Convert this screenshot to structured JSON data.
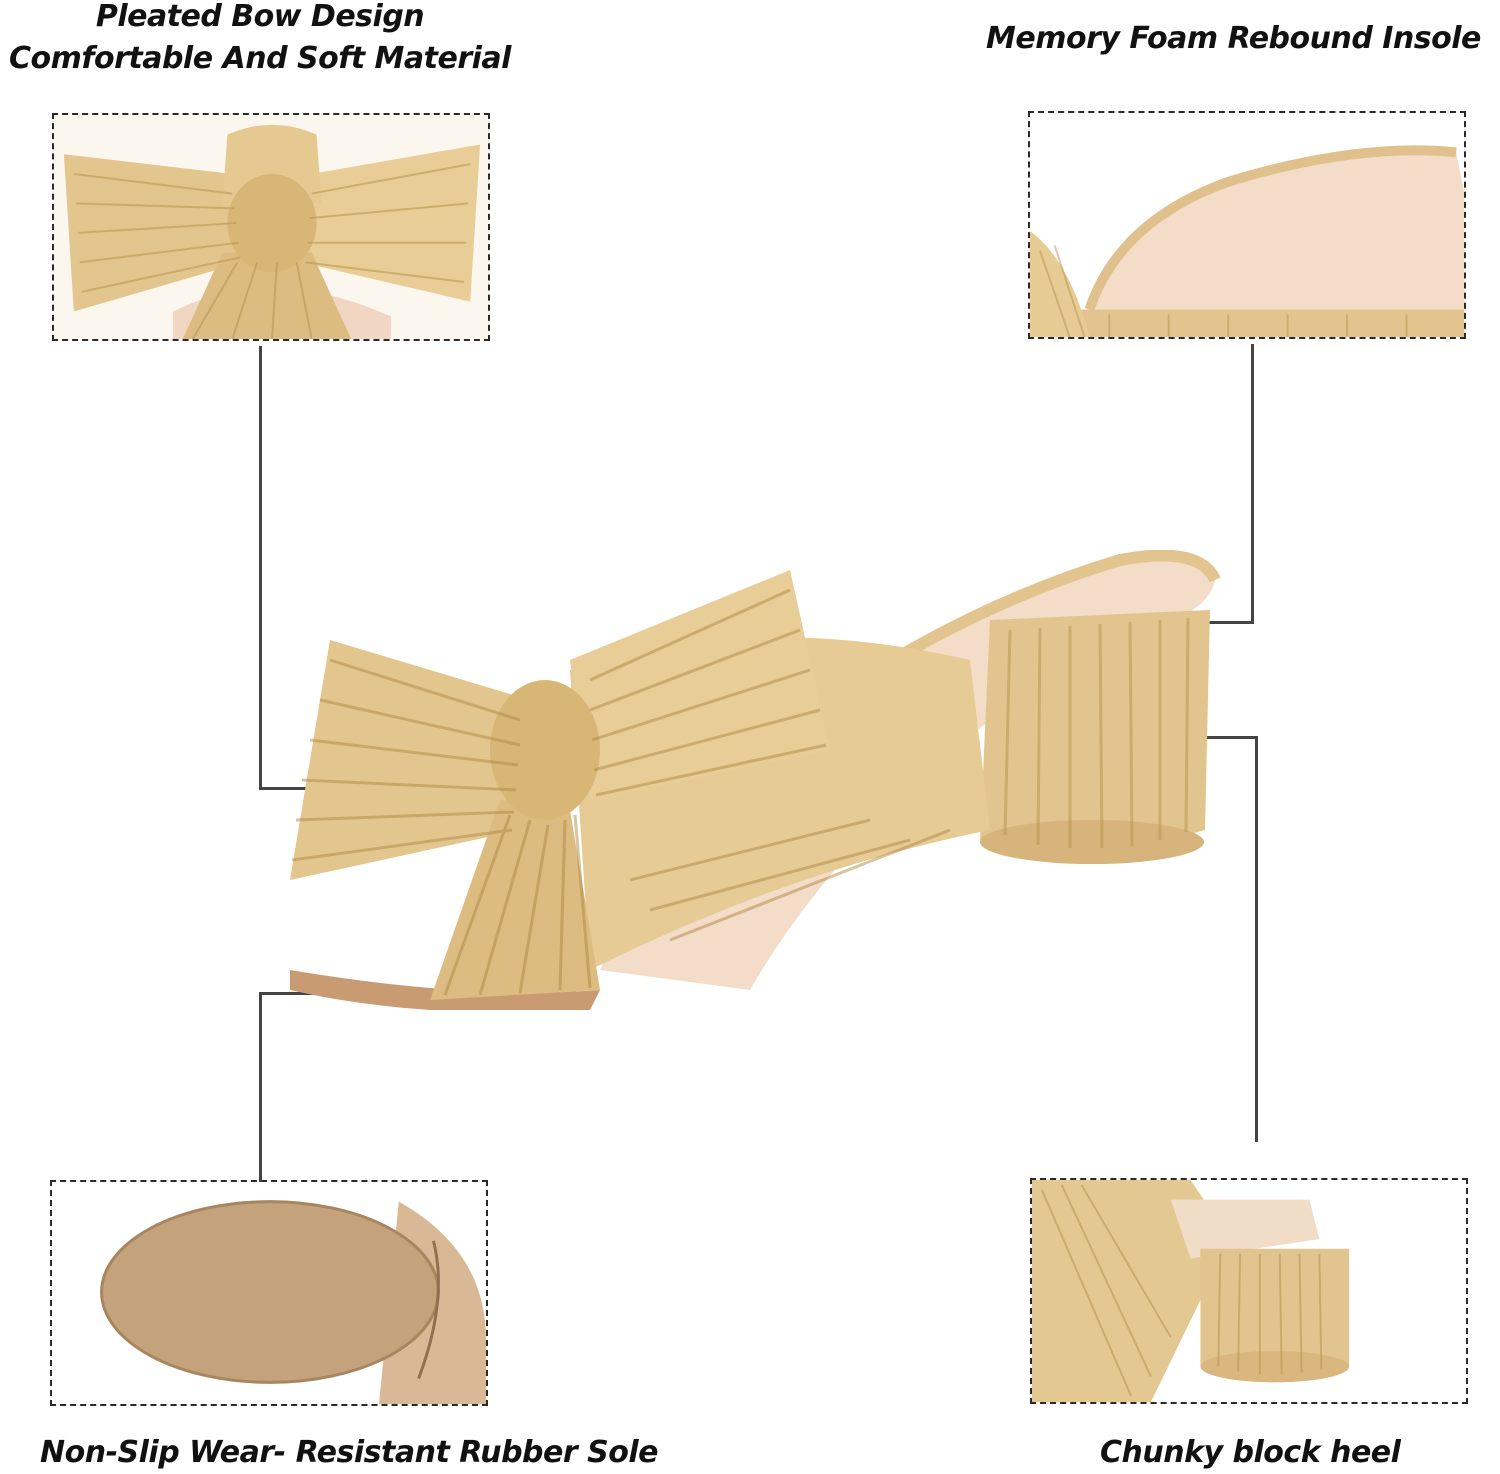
{
  "features": {
    "bow": {
      "title_line1": "Pleated Bow Design",
      "title_line2": "Comfortable And Soft Material"
    },
    "insole": {
      "title": "Memory Foam Rebound Insole"
    },
    "sole": {
      "title": "Non-Slip Wear- Resistant Rubber Sole"
    },
    "heel": {
      "title": "Chunky block heel"
    }
  },
  "colors": {
    "gold": "#e2c58e",
    "pale_gold": "#f1dfb8",
    "insole": "#f3dcc8",
    "rubber_sole": "#c4a27c",
    "leader_line": "#444444",
    "caption_text": "#111111"
  },
  "icons": [
    "bow-closeup-image",
    "insole-closeup-image",
    "rubber-sole-closeup-image",
    "block-heel-closeup-image",
    "sandal-product-image"
  ]
}
